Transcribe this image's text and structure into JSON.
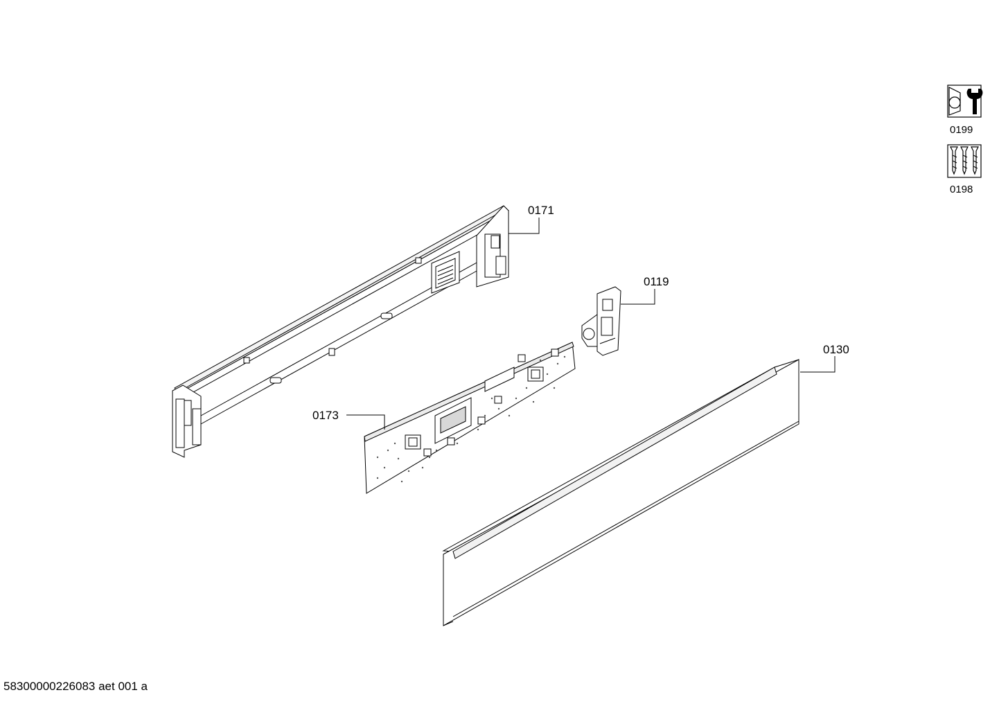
{
  "parts": [
    {
      "id": "p0171",
      "label": "0171"
    },
    {
      "id": "p0119",
      "label": "0119"
    },
    {
      "id": "p0130",
      "label": "0130"
    },
    {
      "id": "p0173",
      "label": "0173"
    }
  ],
  "icons": [
    {
      "name": "service-tool-icon",
      "label": "0199"
    },
    {
      "name": "screws-kit-icon",
      "label": "0198"
    }
  ],
  "footer": {
    "code": "58300000226083 aet 001 a"
  }
}
